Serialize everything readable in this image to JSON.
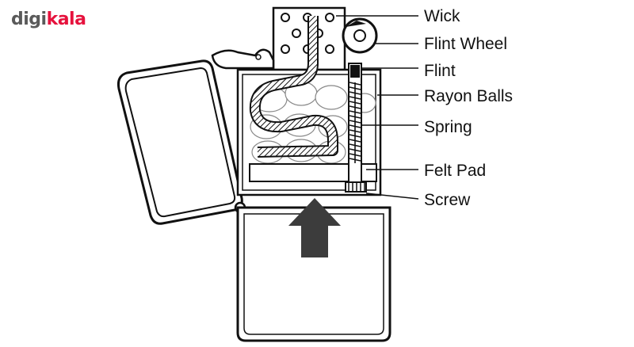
{
  "brand": {
    "part1": "digi",
    "part2": "kala",
    "accent": "#e6123d",
    "muted": "#5a5a5a"
  },
  "labels": {
    "wick": "Wick",
    "flint_wheel": "Flint Wheel",
    "flint": "Flint",
    "rayon_balls": "Rayon Balls",
    "spring": "Spring",
    "felt_pad": "Felt Pad",
    "screw": "Screw"
  },
  "colors": {
    "line": "#111111",
    "fill": "#ffffff",
    "padding": "#d8d8d8"
  }
}
